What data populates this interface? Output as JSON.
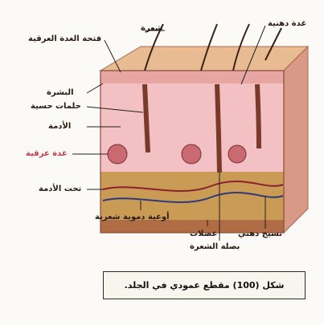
{
  "figure": {
    "caption": "شكل (100) مقطع عمودي في الجلد.",
    "labels": {
      "hair": "شعرة",
      "sebaceous_gland": "غدة دهنية",
      "sweat_pore": "فتحة الغدة العرقية",
      "epidermis": "البشرة",
      "sensory_papillae": "حلمات حسية",
      "dermis": "الأدمة",
      "sweat_gland": "غدة عرقية",
      "hypodermis": "تحت الأدمة",
      "blood_vessels": "أوعية دموية شعرية",
      "muscles": "عضلات",
      "adipose_tissue": "نسيج دهني",
      "hair_root": "بصلة الشعرة"
    }
  },
  "colors": {
    "surface": "#e9c09a",
    "epidermis": "#e7a7a4",
    "dermis": "#f2bfc2",
    "hypodermis": "#c9a05a",
    "side": "#dca08a",
    "muscle": "#b7724a"
  }
}
